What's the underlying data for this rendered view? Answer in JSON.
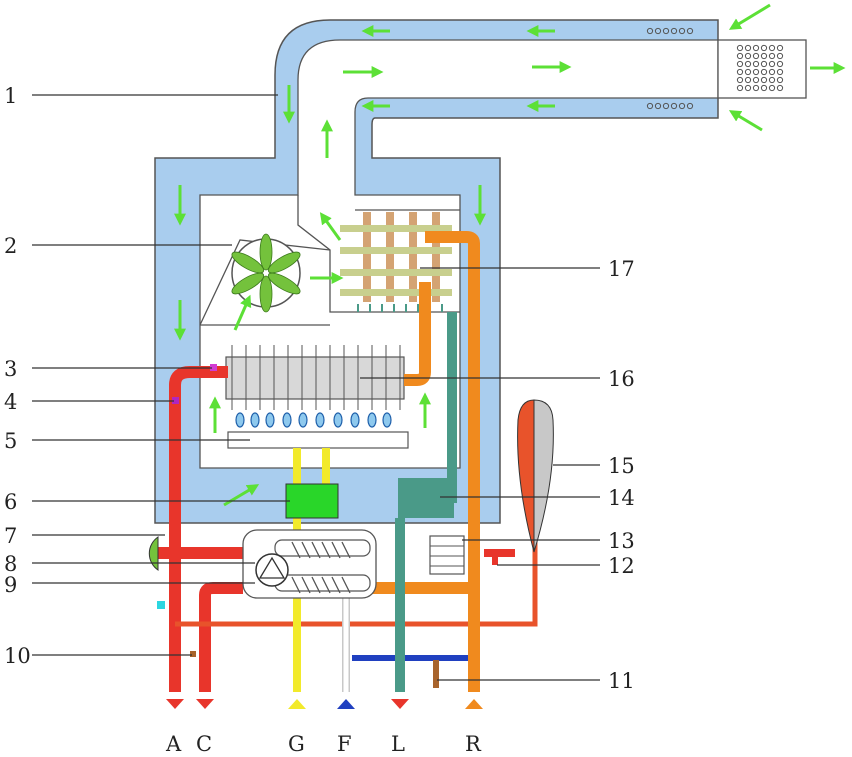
{
  "callouts_left": [
    "1",
    "2",
    "3",
    "4",
    "5",
    "6",
    "7",
    "8",
    "9",
    "10"
  ],
  "callouts_right": [
    "11",
    "12",
    "13",
    "14",
    "15",
    "16",
    "17"
  ],
  "ports": [
    "A",
    "C",
    "G",
    "F",
    "L",
    "R"
  ],
  "colors": {
    "flue_duct": "#a9cdee",
    "hot_pipe": "#e8352b",
    "return_pipe": "#f08a1e",
    "gas_pipe": "#f2ea2b",
    "cold_water": "#2040c0",
    "condensate": "#4a9a88",
    "airflow_arrow": "#5ce036",
    "fan_blade": "#74c23c",
    "gas_valve": "#29d629",
    "heat_exchanger": "#d8d8d8"
  }
}
